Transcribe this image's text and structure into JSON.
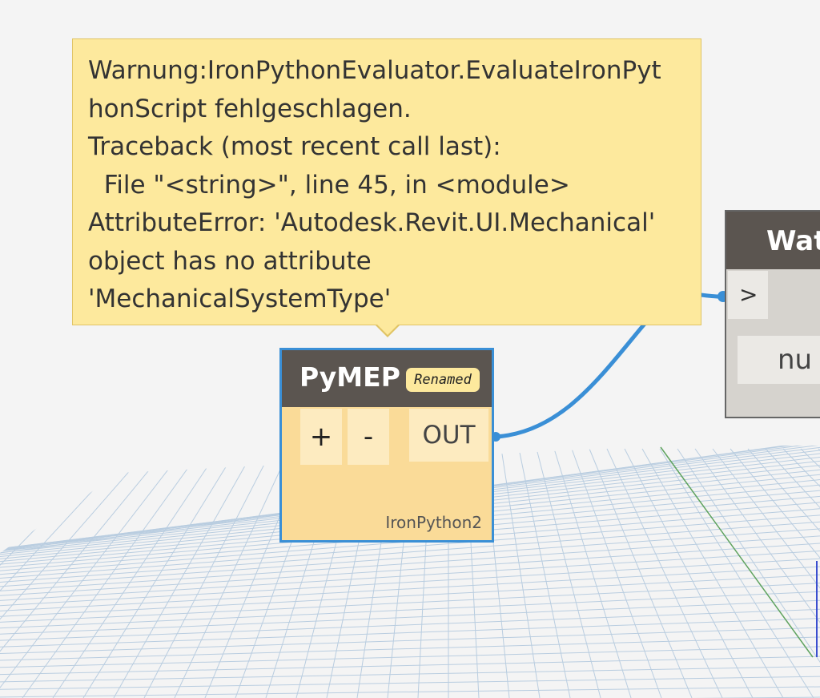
{
  "warning": {
    "lines": [
      "Warnung:IronPythonEvaluator.EvaluateIronPyt",
      "honScript fehlgeschlagen.",
      "Traceback (most recent call last):",
      "  File \"<string>\", line 45, in <module>",
      "AttributeError: 'Autodesk.Revit.UI.Mechanical'",
      "object has no attribute",
      "'MechanicalSystemType'"
    ]
  },
  "python_node": {
    "title": "PyMEP",
    "badge": "Renamed",
    "add_port_label": "+",
    "remove_port_label": "-",
    "output_label": "OUT",
    "engine_label": "IronPython2"
  },
  "watch_node": {
    "title": "Wat",
    "input_label": ">",
    "value_preview": "nu"
  },
  "colors": {
    "warning_bg": "#fde99d",
    "node_body": "#fadb98",
    "node_header": "#5b5550",
    "selection_border": "#3a8fd6",
    "wire": "#3a8fd6",
    "grid": "#b9cde0"
  }
}
